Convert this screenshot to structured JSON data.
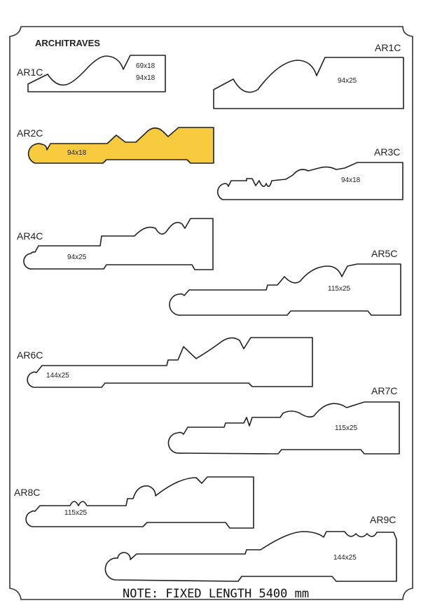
{
  "title": "ARCHITRAVES",
  "highlight_color": "#F7CB3D",
  "profiles": [
    {
      "code": "AR1C",
      "sizes": [
        "69x18",
        "94x18"
      ]
    },
    {
      "code": "AR1C",
      "sizes": [
        "94x25"
      ]
    },
    {
      "code": "AR2C",
      "sizes": [
        "94x18"
      ]
    },
    {
      "code": "AR3C",
      "sizes": [
        "94x18"
      ]
    },
    {
      "code": "AR4C",
      "sizes": [
        "94x25"
      ]
    },
    {
      "code": "AR5C",
      "sizes": [
        "115x25"
      ]
    },
    {
      "code": "AR6C",
      "sizes": [
        "144x25"
      ]
    },
    {
      "code": "AR7C",
      "sizes": [
        "115x25"
      ]
    },
    {
      "code": "AR8C",
      "sizes": [
        "115x25"
      ]
    },
    {
      "code": "AR9C",
      "sizes": [
        "144x25"
      ]
    }
  ],
  "note": "NOTE: FIXED LENGTH 5400 mm"
}
